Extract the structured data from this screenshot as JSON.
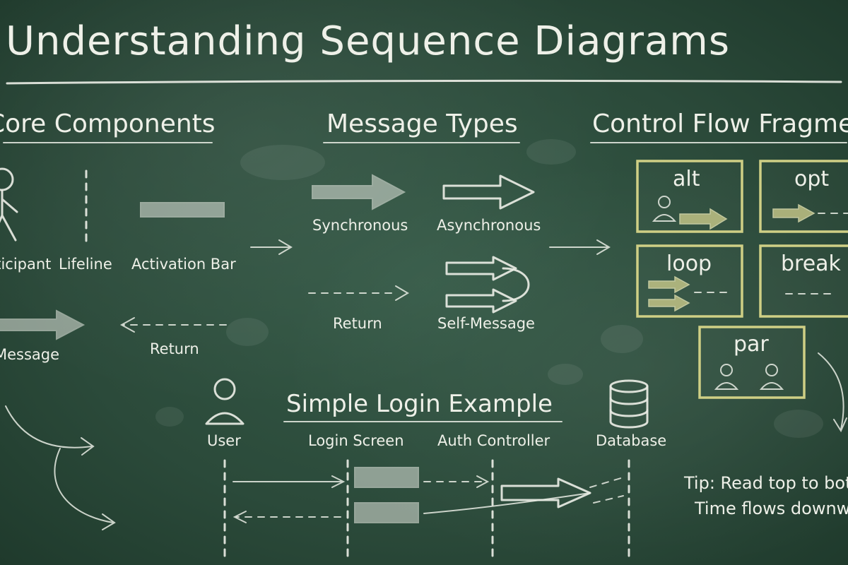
{
  "title": "Understanding Sequence Diagrams",
  "core_components": {
    "heading": "Core Components",
    "participant": "Participant",
    "lifeline": "Lifeline",
    "activation_bar": "Activation Bar",
    "message": "Message",
    "return": "Return"
  },
  "message_types": {
    "heading": "Message Types",
    "synchronous": "Synchronous",
    "asynchronous": "Asynchronous",
    "return": "Return",
    "self_message": "Self-Message"
  },
  "control_flow": {
    "heading": "Control Flow Fragments",
    "fragments": [
      "alt",
      "opt",
      "loop",
      "break",
      "par"
    ]
  },
  "login_example": {
    "heading": "Simple Login Example",
    "participants": [
      "User",
      "Login Screen",
      "Auth Controller",
      "Database"
    ]
  },
  "tip": {
    "line1": "Tip: Read top to bottom.",
    "line2": "Time flows downward."
  },
  "colors": {
    "board": "#2c4a3b",
    "chalk": "#eef0e8",
    "fragment_border": "#cfcf85"
  }
}
